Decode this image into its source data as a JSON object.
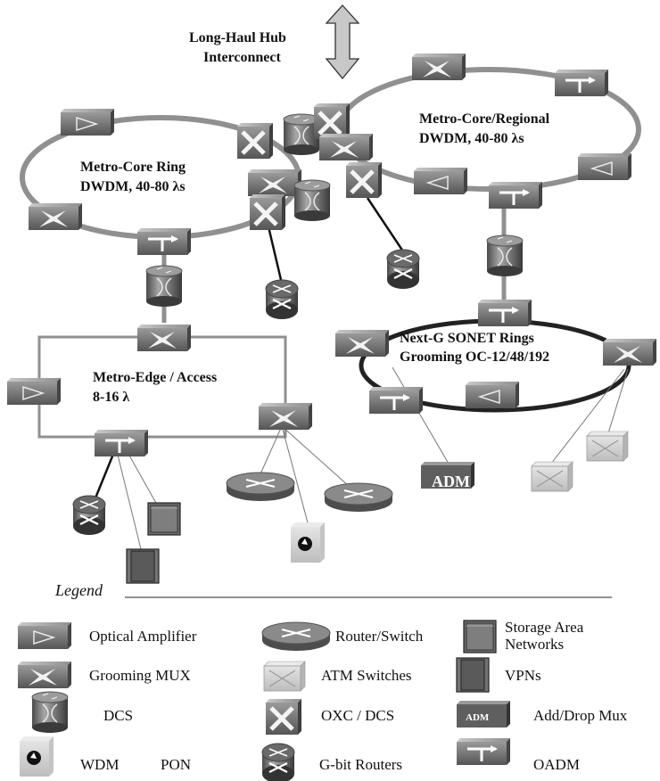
{
  "labels": {
    "long_haul_1": "Long-Haul Hub",
    "long_haul_2": "Interconnect",
    "metro_core_1": "Metro-Core Ring",
    "metro_core_2": "DWDM, 40-80 λs",
    "regional_1": "Metro-Core/Regional",
    "regional_2": "DWDM,  40-80 λs",
    "sonet_1": "Next-G SONET Rings",
    "sonet_2": "Grooming OC-12/48/192",
    "edge_1": "Metro-Edge / Access",
    "edge_2": "8-16 λ",
    "adm_box": "ADM"
  },
  "legend": {
    "title": "Legend",
    "items": {
      "optical_amplifier": "Optical Amplifier",
      "grooming_mux": "Grooming MUX",
      "dcs": "DCS",
      "wdm": "WDM",
      "pon": "PON",
      "router_switch": "Router/Switch",
      "atm_switches": "ATM Switches",
      "oxc_dcs": "OXC / DCS",
      "gbit_routers": "G-bit Routers",
      "san_1": "Storage Area",
      "san_2": "Networks",
      "vpns": "VPNs",
      "add_drop_mux": "Add/Drop Mux",
      "adm_icon_text": "ADM",
      "oadm": "OADM"
    }
  },
  "colors": {
    "ring_gray": "#909090",
    "sonet_ring": "#222222",
    "device_dark": "#5f5f5f",
    "device_mid": "#8a8a8a",
    "device_light": "#d2d2d2"
  }
}
